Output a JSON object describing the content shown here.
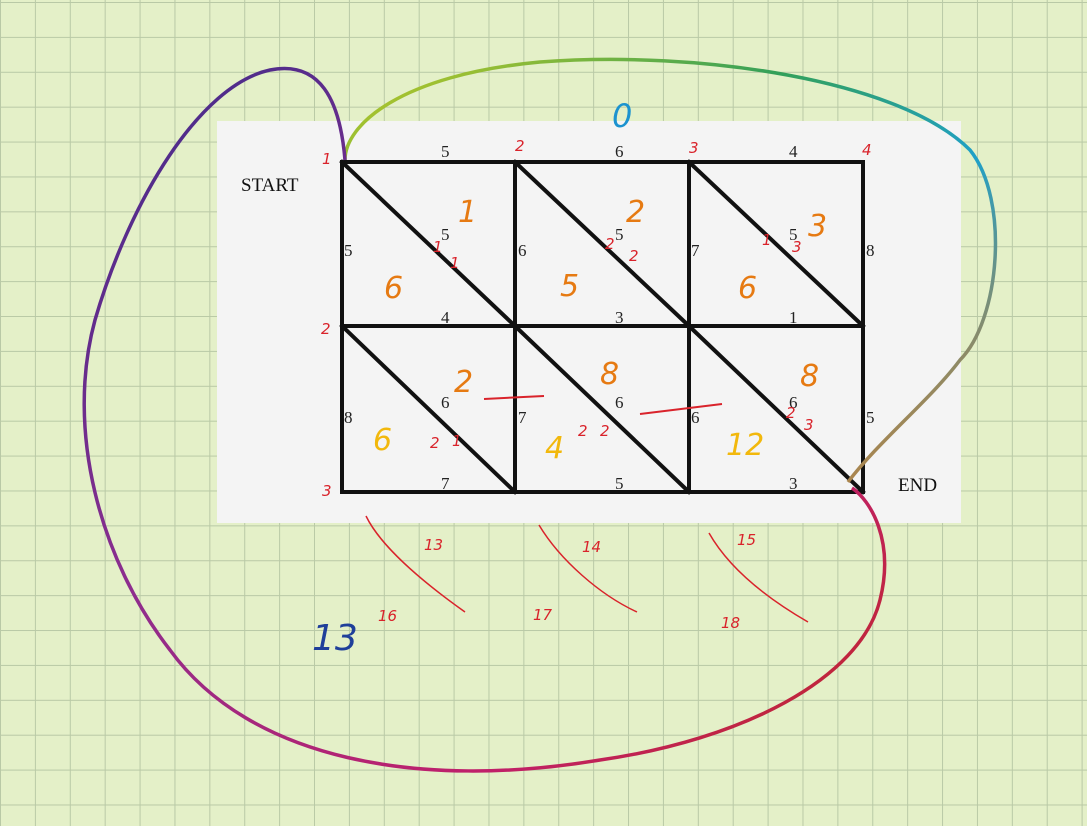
{
  "labels": {
    "start": "START",
    "end": "END"
  },
  "edges": {
    "top": [
      "5",
      "6",
      "4"
    ],
    "middle": [
      "4",
      "3",
      "1"
    ],
    "bottom": [
      "7",
      "5",
      "3"
    ],
    "upper_verticals": [
      "5",
      "6",
      "7",
      "8"
    ],
    "lower_verticals": [
      "8",
      "7",
      "6",
      "5"
    ],
    "upper_diagonals": [
      "5",
      "5",
      "5"
    ],
    "lower_diagonals": [
      "6",
      "6",
      "6"
    ]
  },
  "annotations": {
    "vertex_numbers": [
      "1",
      "2",
      "3",
      "4",
      "2",
      "3"
    ],
    "top_label": "0",
    "face_orange": [
      "1",
      "2",
      "3",
      "6",
      "5",
      "6",
      "2",
      "8",
      "8"
    ],
    "face_yellow": [
      "6",
      "4",
      "12"
    ],
    "small_red": [
      "1",
      "1",
      "2",
      "2",
      "1",
      "3",
      "2",
      "1",
      "2",
      "2",
      "2",
      "3"
    ],
    "below": [
      "13",
      "14",
      "15",
      "16",
      "17",
      "18"
    ],
    "outer_face": "13"
  },
  "colors": {
    "edge": "#111111",
    "red_note": "#d9232b",
    "orange_note": "#e67a12",
    "yellow_note": "#f2b80c",
    "blue_note": "#1c93cf",
    "navy_note": "#1f3f9a"
  }
}
